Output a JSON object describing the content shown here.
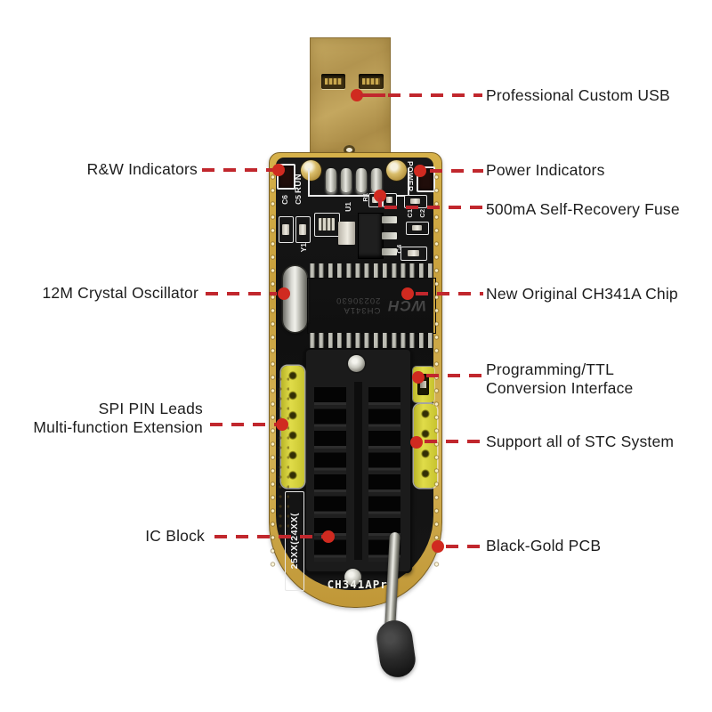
{
  "colors": {
    "annotation_red": "#c1272d",
    "label_text": "#1d1d1d",
    "pcb_gold": "#cda441",
    "pcb_black": "#141414",
    "header_yellow": "#d9d53c"
  },
  "annotations": {
    "left": [
      {
        "id": "rw-indicators",
        "lines": [
          "R&W Indicators"
        ]
      },
      {
        "id": "crystal-oscillator",
        "lines": [
          "12M Crystal Oscillator"
        ]
      },
      {
        "id": "spi-extension",
        "lines": [
          "SPI PIN Leads",
          "Multi-function Extension"
        ]
      },
      {
        "id": "ic-block",
        "lines": [
          "IC Block"
        ]
      }
    ],
    "right": [
      {
        "id": "custom-usb",
        "lines": [
          "Professional Custom USB"
        ]
      },
      {
        "id": "power-indicators",
        "lines": [
          "Power Indicators"
        ]
      },
      {
        "id": "fuse",
        "lines": [
          "500mA Self-Recovery Fuse"
        ]
      },
      {
        "id": "ch341a-chip",
        "lines": [
          "New Original CH341A Chip"
        ]
      },
      {
        "id": "ttl-interface",
        "lines": [
          "Programming/TTL",
          "Conversion Interface"
        ]
      },
      {
        "id": "stc-support",
        "lines": [
          "Support all of STC System"
        ]
      },
      {
        "id": "black-gold-pcb",
        "lines": [
          "Black-Gold PCB"
        ]
      }
    ]
  },
  "board": {
    "led_labels": {
      "run": "RUN",
      "power": "POWER"
    },
    "silkscreen": {
      "c6": "C6",
      "c5": "C5",
      "y1": "Y1",
      "u1": "U1",
      "r1": "R1",
      "c1": "C1",
      "c2": "C2",
      "c4": "C4",
      "socket_types": "25XX(24XX(",
      "model": "CH341APro"
    },
    "chip": {
      "logo": "WCH",
      "part_number": "CH341A",
      "date_code": "20230630"
    }
  }
}
